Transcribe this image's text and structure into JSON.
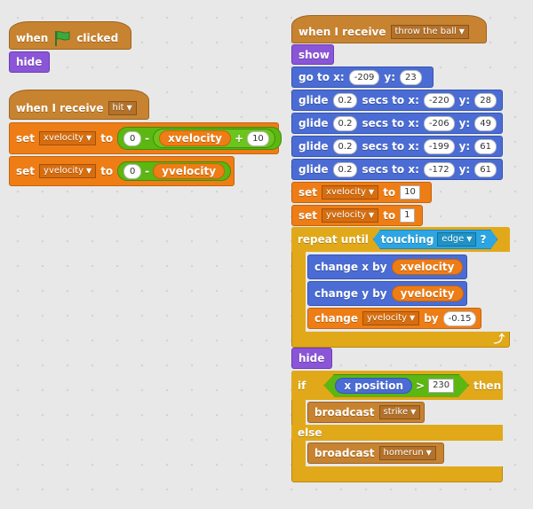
{
  "script1": {
    "hat": {
      "when": "when",
      "clicked": "clicked"
    },
    "hide": "hide"
  },
  "script2": {
    "hat": {
      "label": "when I receive",
      "message": "hit"
    },
    "set1": {
      "set": "set",
      "var": "xvelocity",
      "to": "to",
      "zero": "0",
      "minus": "-",
      "reporter": "xvelocity",
      "plus": "+",
      "num": "10"
    },
    "set2": {
      "set": "set",
      "var": "yvelocity",
      "to": "to",
      "zero": "0",
      "minus": "-",
      "reporter": "yvelocity"
    }
  },
  "script3": {
    "hat": {
      "label": "when I receive",
      "message": "throw the ball"
    },
    "show": "show",
    "goto": {
      "go": "go to x:",
      "x": "-209",
      "y_label": "y:",
      "y": "23"
    },
    "glides": [
      {
        "glide": "glide",
        "secs": "0.2",
        "mid": "secs to x:",
        "x": "-220",
        "y_label": "y:",
        "y": "28"
      },
      {
        "glide": "glide",
        "secs": "0.2",
        "mid": "secs to x:",
        "x": "-206",
        "y_label": "y:",
        "y": "49"
      },
      {
        "glide": "glide",
        "secs": "0.2",
        "mid": "secs to x:",
        "x": "-199",
        "y_label": "y:",
        "y": "61"
      },
      {
        "glide": "glide",
        "secs": "0.2",
        "mid": "secs to x:",
        "x": "-172",
        "y_label": "y:",
        "y": "61"
      }
    ],
    "set_x": {
      "set": "set",
      "var": "xvelocity",
      "to": "to",
      "value": "10"
    },
    "set_y": {
      "set": "set",
      "var": "yvelocity",
      "to": "to",
      "value": "1"
    },
    "repeat": {
      "label": "repeat until",
      "touching": "touching",
      "target": "edge",
      "q": "?",
      "change_x": {
        "label": "change x by",
        "reporter": "xvelocity"
      },
      "change_y": {
        "label": "change y by",
        "reporter": "yvelocity"
      },
      "change_var": {
        "label": "change",
        "var": "yvelocity",
        "by": "by",
        "value": "-0.15"
      }
    },
    "hide": "hide",
    "if": {
      "label": "if",
      "reporter": "x position",
      "op": ">",
      "value": "230",
      "then": "then",
      "broadcast1": {
        "label": "broadcast",
        "message": "strike"
      },
      "else": "else",
      "broadcast2": {
        "label": "broadcast",
        "message": "homerun"
      }
    }
  },
  "colors": {
    "events": "#c88330",
    "looks": "#8a55d7",
    "motion": "#4a6cd4",
    "data": "#ee7d16",
    "control": "#e1a91a",
    "operators": "#5cb712",
    "sensing": "#2ca5e2",
    "flag": "#3da93d"
  }
}
